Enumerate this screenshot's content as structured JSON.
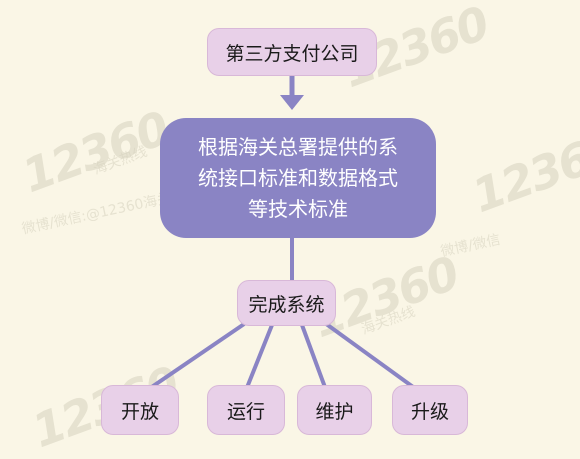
{
  "diagram": {
    "top_node": "第三方支付公司",
    "main_node_lines": [
      "根据海关总署提供的系",
      "统接口标准和数据格式",
      "等技术标准"
    ],
    "middle_node": "完成系统",
    "leaf_nodes": [
      "开放",
      "运行",
      "维护",
      "升级"
    ]
  },
  "watermark": {
    "logo": "12360",
    "brand": "海关热线",
    "social": "微博/微信:@12360海关热线"
  },
  "colors": {
    "background": "#faf6e6",
    "pink_node": "#e8d0e8",
    "main_node": "#8a84c4",
    "connector": "#8a84c4",
    "watermark": "#d6d2bf"
  }
}
